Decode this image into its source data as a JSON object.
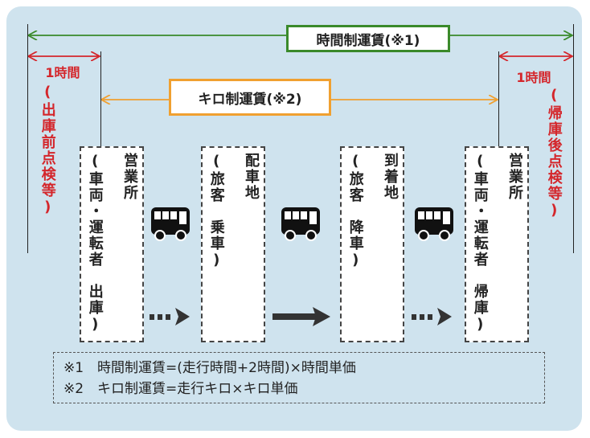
{
  "colors": {
    "panel": "#cfe3ee",
    "time_accent": "#3a8a2a",
    "km_accent": "#f0a030",
    "red": "#d4262b"
  },
  "top_label": "時間制運賃(※1)",
  "km_label": "キロ制運賃(※2)",
  "left_hour": "1時間",
  "right_hour": "1時間",
  "left_side_text": "(出庫前点検等)",
  "right_side_text": "(帰庫後点検等)",
  "stages": [
    {
      "name": "営業所",
      "sub": "(車両・運転者　出庫)"
    },
    {
      "name": "配車地",
      "sub": "(旅客　乗車)"
    },
    {
      "name": "到着地",
      "sub": "(旅客　降車)"
    },
    {
      "name": "営業所",
      "sub": "(車両・運転者　帰庫)"
    }
  ],
  "bus_icon": "bus-icon",
  "notes": [
    "※1　時間制運賃=(走行時間+2時間)×時間単価",
    "※2　キロ制運賃=走行キロ×キロ単価"
  ]
}
